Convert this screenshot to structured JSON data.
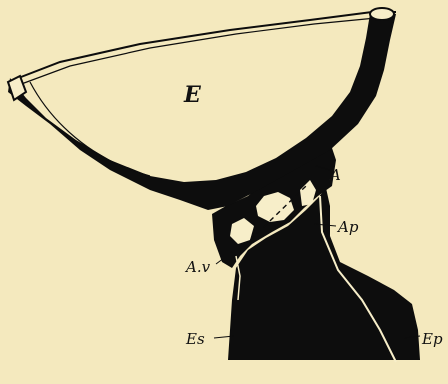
{
  "figure": {
    "colors": {
      "background": "#f4e9be",
      "ink": "#0d0d0d",
      "cavity_fill": "#f7eec9"
    },
    "labels": {
      "E": "E",
      "A": "A",
      "Ap": "Ap",
      "Av": "A.v",
      "Es": "Es",
      "Ep": "Ep"
    }
  }
}
